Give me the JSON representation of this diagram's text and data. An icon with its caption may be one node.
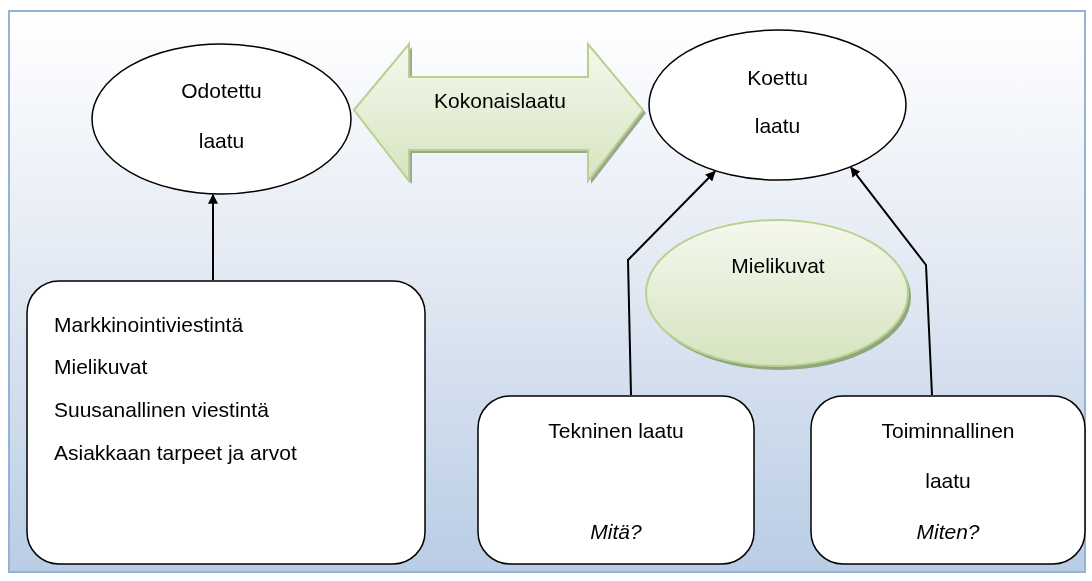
{
  "diagram": {
    "nodes": [
      {
        "text": [
          "Odotettu laatu"
        ]
      },
      {
        "text": [
          "Kokonaislaatu"
        ]
      },
      {
        "text": [
          "Koettu laatu"
        ]
      },
      {
        "text": [
          "Mielikuvat"
        ]
      },
      {
        "text": [
          "Markkinointiviestintä",
          "Mielikuvat",
          "Suusanallinen viestintä",
          "Asiakkaan tarpeet ja arvot"
        ]
      },
      {
        "text": [
          "Tekninen laatu",
          "Mitä?"
        ]
      },
      {
        "text": [
          "Toiminnallinen laatu",
          "Miten?"
        ]
      }
    ],
    "edges": [
      {
        "from": 4,
        "to": 0,
        "arrow": "to"
      },
      {
        "from": 5,
        "to": 2,
        "arrow": "to"
      },
      {
        "from": 6,
        "to": 2,
        "arrow": "to"
      }
    ]
  }
}
